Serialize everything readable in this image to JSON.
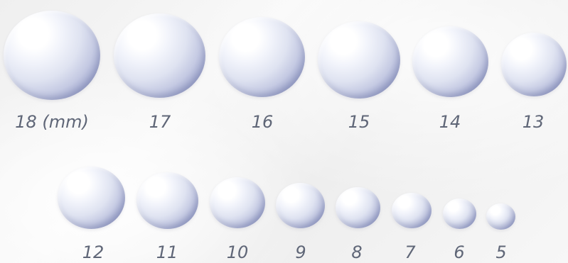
{
  "pearl_size_chart": {
    "unit": "mm",
    "rows": [
      {
        "items": [
          {
            "size": 18,
            "label": "18 (mm)"
          },
          {
            "size": 17,
            "label": "17"
          },
          {
            "size": 16,
            "label": "16"
          },
          {
            "size": 15,
            "label": "15"
          },
          {
            "size": 14,
            "label": "14"
          },
          {
            "size": 13,
            "label": "13"
          }
        ]
      },
      {
        "items": [
          {
            "size": 12,
            "label": "12"
          },
          {
            "size": 11,
            "label": "11"
          },
          {
            "size": 10,
            "label": "10"
          },
          {
            "size": 9,
            "label": "9"
          },
          {
            "size": 8,
            "label": "8"
          },
          {
            "size": 7,
            "label": "7"
          },
          {
            "size": 6,
            "label": "6"
          },
          {
            "size": 5,
            "label": "5"
          }
        ]
      }
    ]
  }
}
